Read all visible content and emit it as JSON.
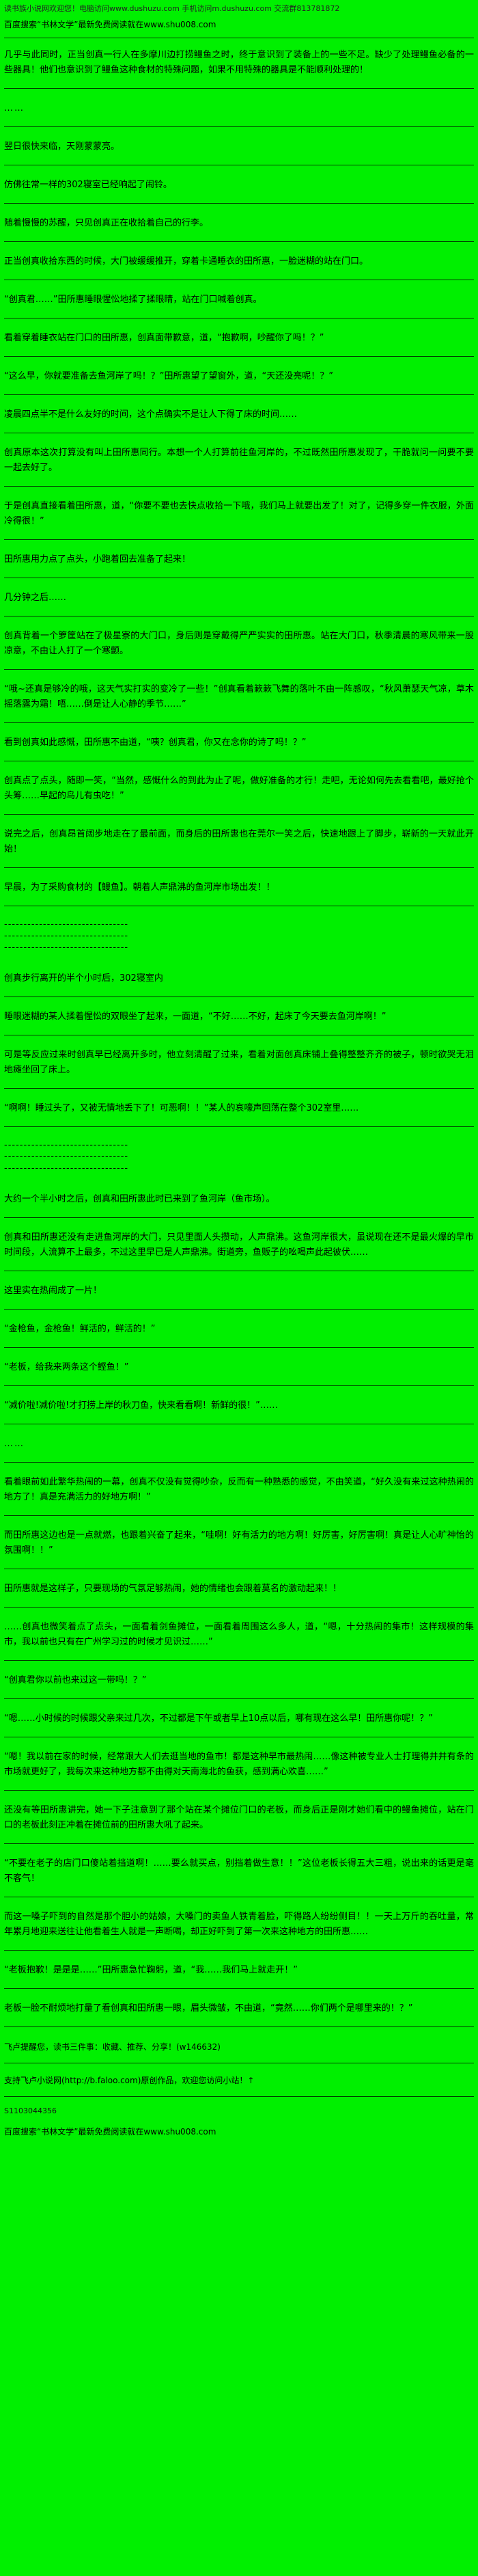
{
  "page": {
    "background_color": "#00f000",
    "text_color": "#000000"
  },
  "header": {
    "site_notice": "读书族小说网欢迎您！电脑访问www.dushuzu.com 手机访问m.dushuzu.com 交流群813781872",
    "baidu_line": "百度搜索“书林文学”最新免费阅读就在www.shu008.com"
  },
  "paragraphs": [
    {
      "type": "text",
      "text": "几乎与此同时，正当创真一行人在多摩川边打捞鳗鱼之时，终于意识到了装备上的一些不足。缺少了处理鳗鱼必备的一些器具！他们也意识到了鳗鱼这种食材的特殊问题，如果不用特殊的器具是不能顺利处理的！"
    },
    {
      "type": "ellipsis",
      "text": "……"
    },
    {
      "type": "text",
      "text": "翌日很快来临，天刚蒙蒙亮。"
    },
    {
      "type": "text",
      "text": "仿佛往常一样的302寝室已经响起了闹铃。"
    },
    {
      "type": "text",
      "text": "随着慢慢的苏醒，只见创真正在收拾着自己的行李。"
    },
    {
      "type": "text",
      "text": "正当创真收拾东西的时候，大门被缓缓推开，穿着卡通睡衣的田所惠，一脸迷糊的站在门口。"
    },
    {
      "type": "text",
      "text": "“创真君……”田所惠睡眼惺忪地揉了揉眼睛，站在门口喊着创真。"
    },
    {
      "type": "text",
      "text": "看着穿着睡衣站在门口的田所惠，创真面带歉意，道，“抱歉啊，吵醒你了吗！？”"
    },
    {
      "type": "text",
      "text": "“这么早，你就要准备去鱼河岸了吗！？”田所惠望了望窗外，道，“天还没亮呢！？”"
    },
    {
      "type": "text",
      "text": "凌晨四点半不是什么友好的时间，这个点确实不是让人下得了床的时间……"
    },
    {
      "type": "text",
      "text": "创真原本这次打算没有叫上田所惠同行。本想一个人打算前往鱼河岸的，不过既然田所惠发现了，干脆就问一问要不要一起去好了。"
    },
    {
      "type": "text",
      "text": "于是创真直接看着田所惠，道，“你要不要也去快点收拾一下哦，我们马上就要出发了！对了，记得多穿一件衣服，外面冷得很！”"
    },
    {
      "type": "text",
      "text": "田所惠用力点了点头，小跑着回去准备了起来！"
    },
    {
      "type": "text",
      "text": "几分钟之后……"
    },
    {
      "type": "text",
      "text": "创真背着一个箩筐站在了极星寮的大门口，身后则是穿戴得严严实实的田所惠。站在大门口，秋季清晨的寒风带来一股凉意，不由让人打了一个寒颤。"
    },
    {
      "type": "text",
      "text": "“哦~还真是够冷的哦，这天气实打实的变冷了一些！”创真看着簌簌飞舞的落叶不由一阵感叹，“秋风萧瑟天气凉，草木摇落露为霜！唔……倒是让人心静的季节……”"
    },
    {
      "type": "text",
      "text": "看到创真如此感慨，田所惠不由道，“咦？创真君，你又在念你的诗了吗！？”"
    },
    {
      "type": "text",
      "text": "创真点了点头，随即一笑，“当然，感慨什么的到此为止了呢，做好准备的才行！走吧，无论如何先去看看吧，最好抢个头筹……早起的鸟儿有虫吃！”"
    },
    {
      "type": "text",
      "text": "说完之后，创真昂首阔步地走在了最前面，而身后的田所惠也在莞尔一笑之后，快速地跟上了脚步，崭新的一天就此开始！"
    },
    {
      "type": "text",
      "text": "早晨，为了采购食材的【鳗鱼】。朝着人声鼎沸的鱼河岸市场出发！！"
    },
    {
      "type": "dashes",
      "lines": [
        "--------------------------------",
        "--------------------------------",
        "--------------------------------"
      ]
    },
    {
      "type": "text",
      "text": "创真步行离开的半个小时后，302寝室内"
    },
    {
      "type": "text",
      "text": "睡眼迷糊的某人揉着惺忪的双眼坐了起来，一面道，“不好……不好，起床了今天要去鱼河岸啊！”"
    },
    {
      "type": "text",
      "text": "可是等反应过来时创真早已经离开多时，他立刻清醒了过来，看着对面创真床铺上叠得整整齐齐的被子，顿时欲哭无泪地瘫坐回了床上。"
    },
    {
      "type": "text",
      "text": "“啊啊！睡过头了，又被无情地丢下了！可恶啊！！”某人的哀嚎声回荡在整个302室里……"
    },
    {
      "type": "dashes",
      "lines": [
        "--------------------------------",
        "--------------------------------",
        "--------------------------------"
      ]
    },
    {
      "type": "text",
      "text": "大约一个半小时之后，创真和田所惠此时已来到了鱼河岸（鱼市场）。"
    },
    {
      "type": "text",
      "text": "创真和田所惠还没有走进鱼河岸的大门，只见里面人头攒动，人声鼎沸。这鱼河岸很大，虽说现在还不是最火爆的早市时间段，人流算不上最多，不过这里早已是人声鼎沸。街道旁，鱼贩子的吆喝声此起彼伏……"
    },
    {
      "type": "text",
      "text": "这里实在热闹成了一片！"
    },
    {
      "type": "text",
      "text": "“金枪鱼，金枪鱼！鲜活的，鲜活的！”"
    },
    {
      "type": "text",
      "text": "“老板，给我来两条这个鲣鱼！”"
    },
    {
      "type": "text",
      "text": "“减价啦!减价啦!才打捞上岸的秋刀鱼，快来看看啊！新鲜的很！”……"
    },
    {
      "type": "ellipsis",
      "text": "……"
    },
    {
      "type": "text",
      "text": "看着眼前如此繁华热闹的一幕，创真不仅没有觉得吵杂，反而有一种熟悉的感觉，不由笑道，“好久没有来过这种热闹的地方了！真是充满活力的好地方啊！”"
    },
    {
      "type": "text",
      "text": "而田所惠这边也是一点就燃，也跟着兴奋了起来，“哇啊！好有活力的地方啊！好厉害，好厉害啊！真是让人心旷神怡的氛围啊！！”"
    },
    {
      "type": "text",
      "text": "田所惠就是这样子，只要现场的气氛足够热闹，她的情绪也会跟着莫名的激动起来！！"
    },
    {
      "type": "text",
      "text": "……创真也微笑着点了点头，一面看着剑鱼摊位，一面看着周围这么多人，道，“嗯，十分热闹的集市！这样规模的集市，我以前也只有在广州学习过的时候才见识过……”"
    },
    {
      "type": "text",
      "text": "“创真君你以前也来过这一带吗！？”"
    },
    {
      "type": "text",
      "text": "“嗯……小时候的时候跟父亲来过几次，不过都是下午或者早上10点以后，哪有现在这么早！田所惠你呢！？”"
    },
    {
      "type": "text",
      "text": "“嗯！我以前在家的时候，经常跟大人们去逛当地的鱼市！都是这种早市最热闹……像这种被专业人士打理得井井有条的市场就更好了，我每次来这种地方都不由得对天南海北的鱼获，感到满心欢喜……”"
    },
    {
      "type": "text",
      "text": "还没有等田所惠讲完，她一下子注意到了那个站在某个摊位门口的老板，而身后正是刚才她们看中的鳗鱼摊位，站在门口的老板此刻正冲着在摊位前的田所惠大吼了起来。"
    },
    {
      "type": "text",
      "text": "“不要在老子的店门口傻站着挡道啊！……要么就买点，别挡着做生意！！”这位老板长得五大三粗，说出来的话更是毫不客气！"
    },
    {
      "type": "text",
      "text": "而这一嗓子吓到的自然是那个胆小的姑娘，大嗓门的卖鱼人铁青着脸，吓得路人纷纷侧目！！一天上万斤的吞吐量，常年累月地迎来送往让他看着生人就是一声断喝，却正好吓到了第一次来这种地方的田所惠……"
    },
    {
      "type": "text",
      "text": "“老板抱歉！是是是……”田所惠急忙鞠躬，道，“我……我们马上就走开！”"
    },
    {
      "type": "text",
      "text": "老板一脸不耐烦地打量了看创真和田所惠一眼，眉头微皱，不由道，“竟然……你们两个是哪里来的！？”"
    }
  ],
  "footer": {
    "faloo_reminder": "飞卢提醒您，读书三件事：收藏、推荐、分享！(w146632)",
    "faloo_support": "支持飞卢小说网(http://b.faloo.com)原创作品，欢迎您访问小站！↑",
    "code": "S1103044356",
    "baidu_line": "百度搜索“书林文学”最新免费阅读就在www.shu008.com"
  }
}
